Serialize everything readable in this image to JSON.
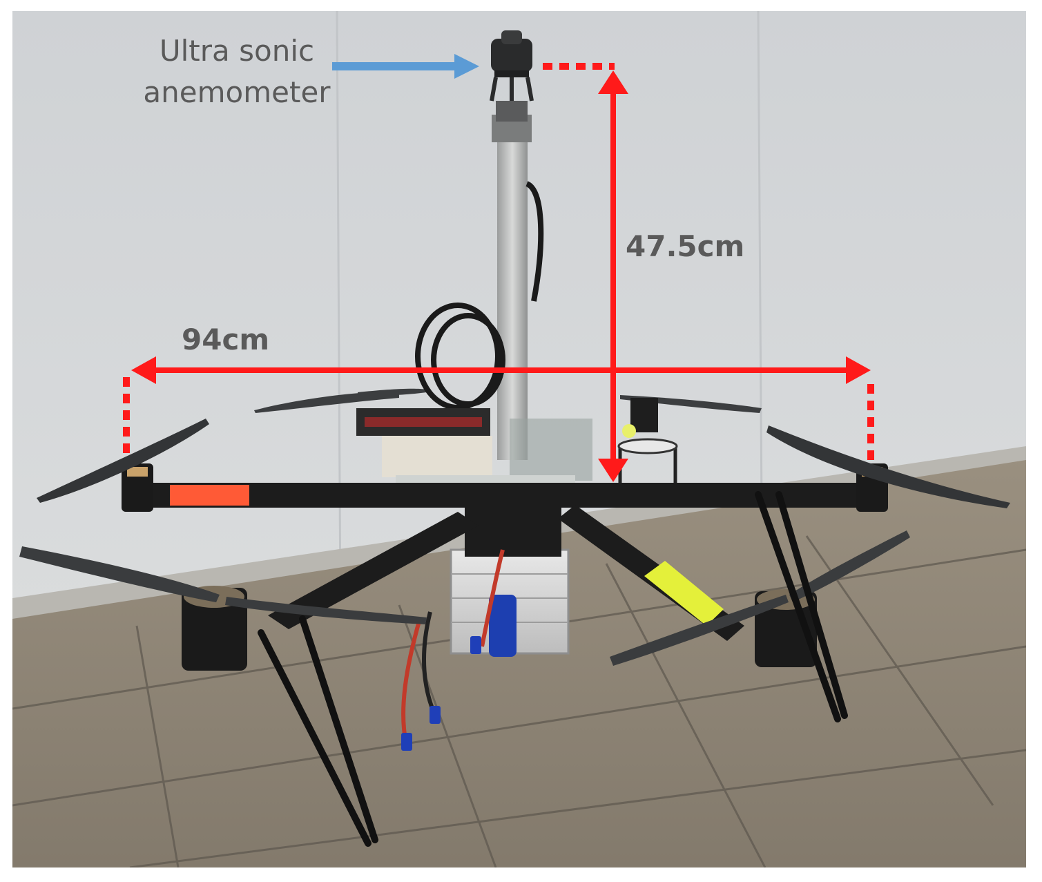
{
  "annotations": {
    "sensor_label_line1": "Ultra sonic",
    "sensor_label_line2": "anemometer",
    "height_label": "47.5cm",
    "width_label": "94cm"
  },
  "colors": {
    "dimension_red": "#ff1a1a",
    "pointer_blue": "#5b9bd5",
    "wall": "#d4d6d8",
    "ground": "#8b8172",
    "frame_black": "#1c1c1c",
    "arm_band_orange": "#ff5a36",
    "arm_band_yellow": "#e4f03a"
  }
}
